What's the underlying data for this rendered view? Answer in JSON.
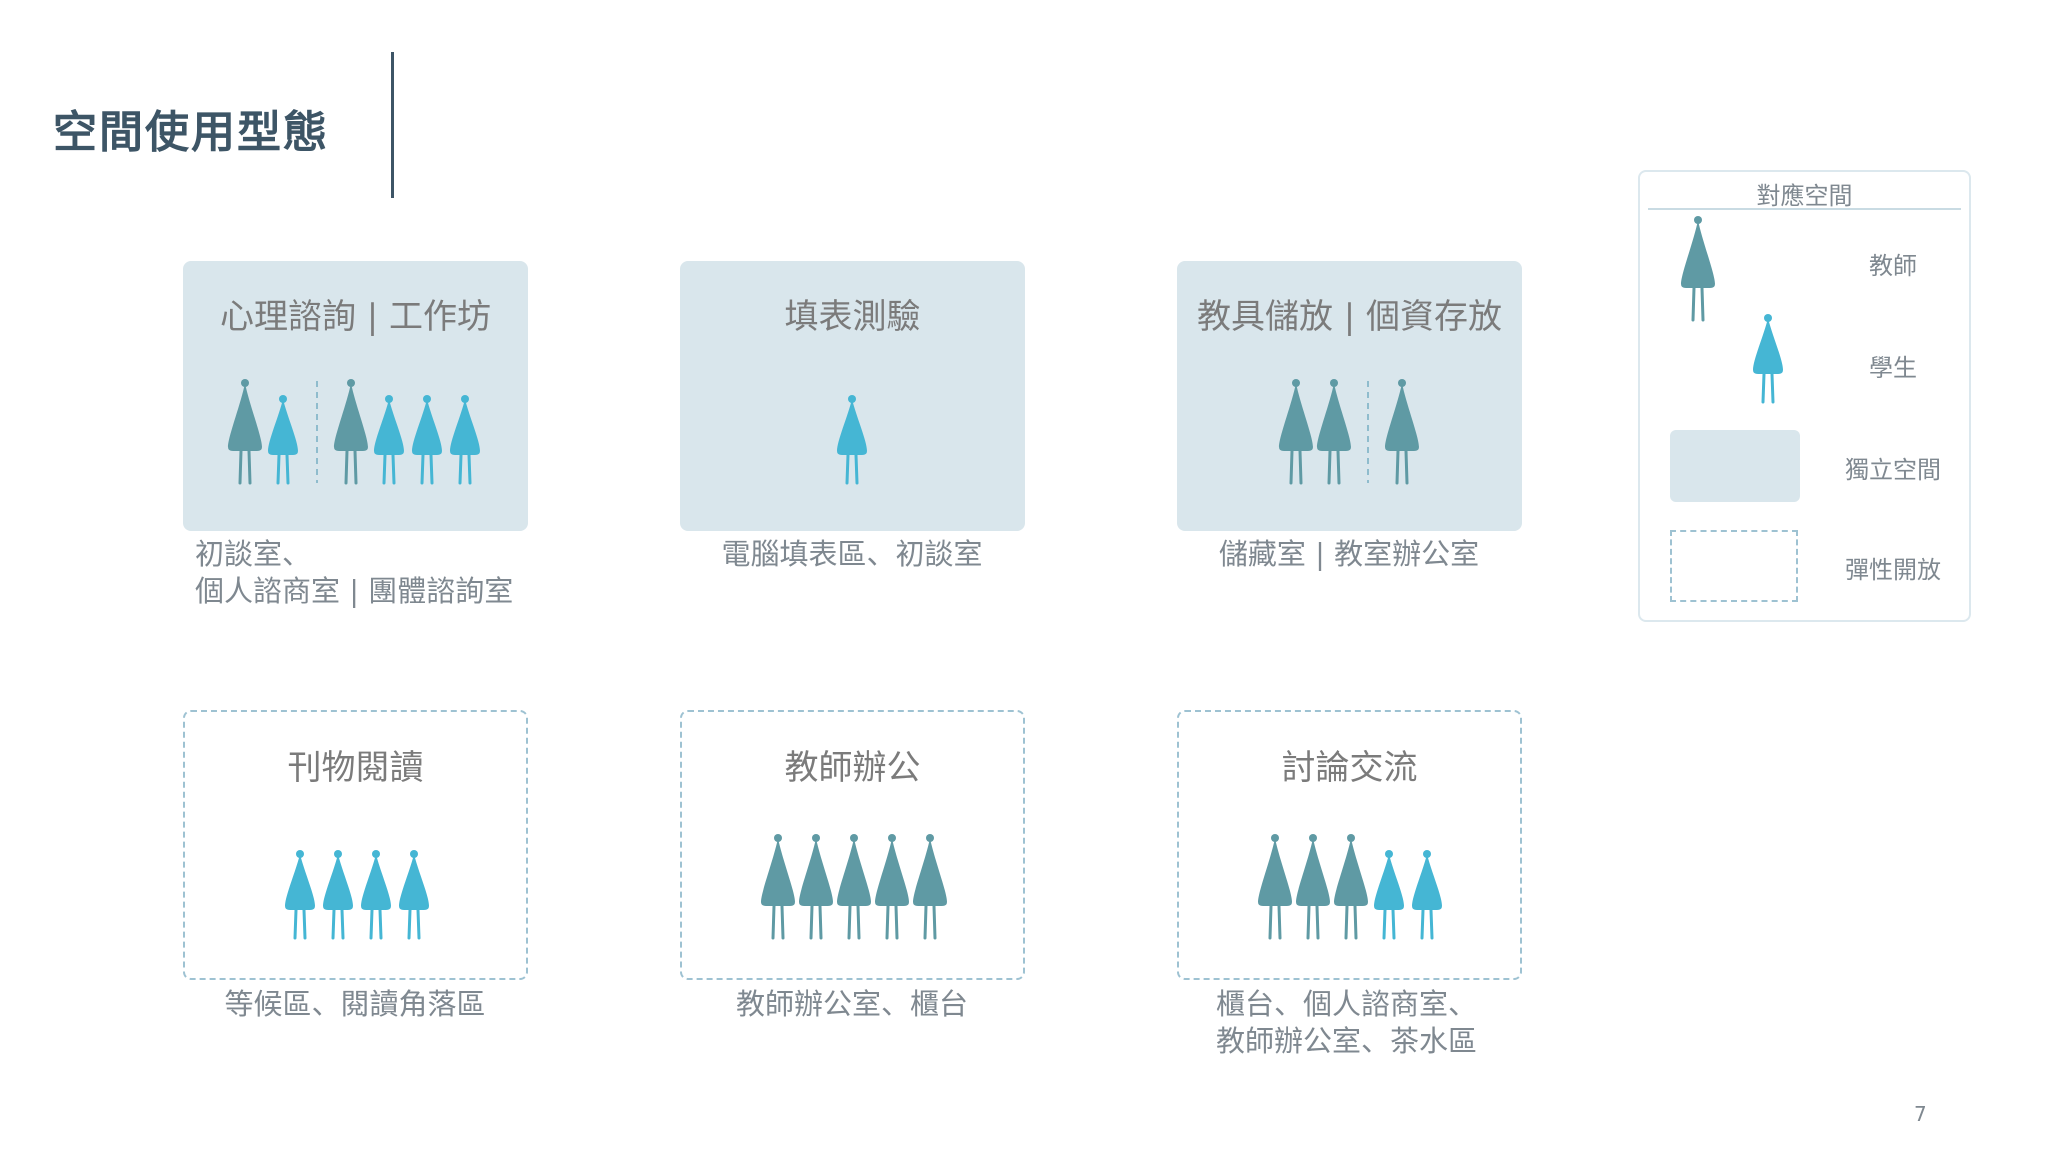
{
  "page": {
    "title": "空間使用型態",
    "number": "7"
  },
  "colors": {
    "teacher": "#5f9aa4",
    "student": "#45b6d4",
    "solid_bg": "#d9e6ec",
    "dashed_border": "#9ec2d2"
  },
  "cards": [
    {
      "title": "心理諮詢 | 工作坊",
      "style": "solid",
      "caption": [
        "初談室、",
        "個人諮商室 | 團體諮詢室"
      ],
      "groups": [
        [
          "teacher",
          "student"
        ],
        [
          "teacher",
          "student",
          "student",
          "student"
        ]
      ]
    },
    {
      "title": "填表測驗",
      "style": "solid",
      "caption": [
        "電腦填表區、初談室"
      ],
      "groups": [
        [
          "student"
        ]
      ]
    },
    {
      "title": "教具儲放 | 個資存放",
      "style": "solid",
      "caption": [
        "儲藏室 | 教室辦公室"
      ],
      "groups": [
        [
          "teacher",
          "teacher"
        ],
        [
          "teacher"
        ]
      ]
    },
    {
      "title": "刊物閱讀",
      "style": "dashed",
      "caption": [
        "等候區、閱讀角落區"
      ],
      "groups": [
        [
          "student",
          "student",
          "student",
          "student"
        ]
      ]
    },
    {
      "title": "教師辦公",
      "style": "dashed",
      "caption": [
        "教師辦公室、櫃台"
      ],
      "groups": [
        [
          "teacher",
          "teacher",
          "teacher",
          "teacher",
          "teacher"
        ]
      ]
    },
    {
      "title": "討論交流",
      "style": "dashed",
      "caption": [
        "櫃台、個人諮商室、",
        "教師辦公室、茶水區"
      ],
      "groups": [
        [
          "teacher",
          "teacher",
          "teacher",
          "student",
          "student"
        ]
      ]
    }
  ],
  "legend": {
    "title": "對應空間",
    "teacher_label": "教師",
    "student_label": "學生",
    "solid_label": "獨立空間",
    "dashed_label": "彈性開放"
  }
}
